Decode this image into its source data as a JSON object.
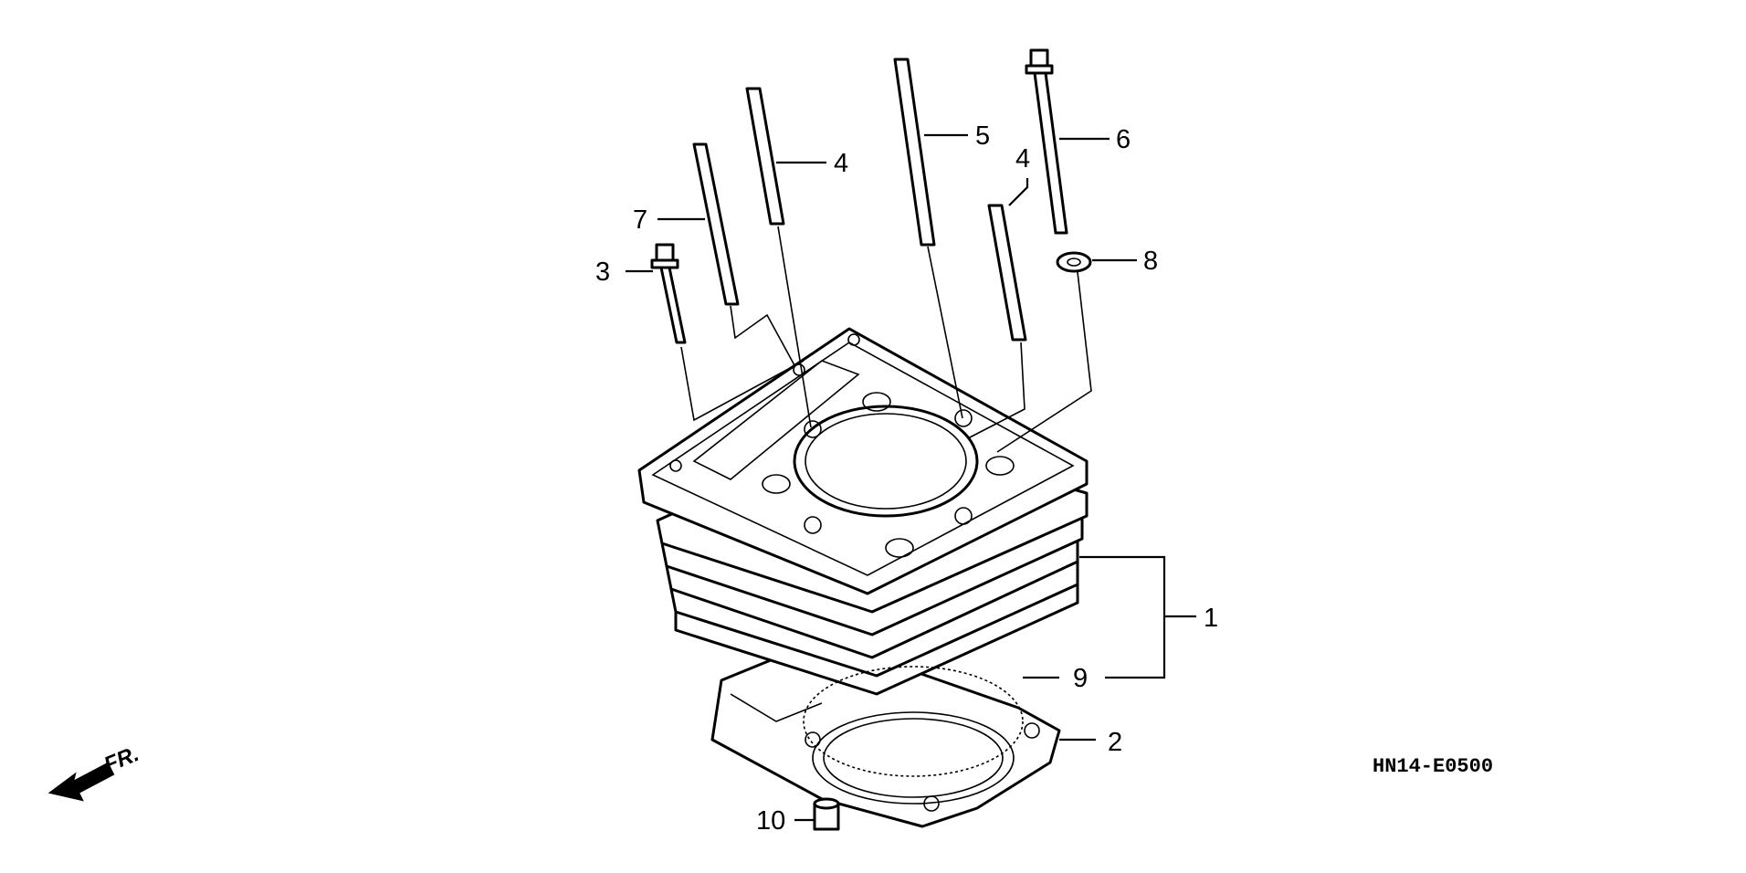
{
  "diagram": {
    "labels": {
      "cylinder": "1",
      "cylinder_gasket": "2",
      "flange_bolt": "3",
      "stud_bolt_a": "4",
      "stud_bolt_b": "4",
      "stud_bolt_c": "5",
      "stud_bolt_d": "6",
      "stud_bolt_e": "7",
      "washer": "8",
      "o_ring": "9",
      "dowel_pin": "10"
    },
    "diagram_code": "HN14-E0500",
    "front_indicator": "FR."
  }
}
